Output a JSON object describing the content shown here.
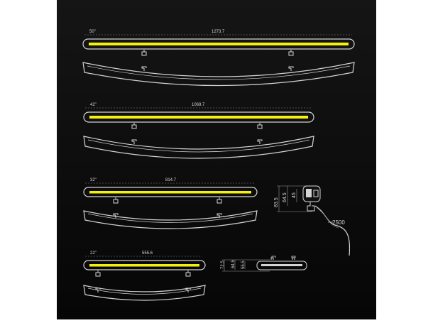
{
  "colors": {
    "page_bg": "#ffffff",
    "panel_bg_top": "#131313",
    "panel_bg_bottom": "#070707",
    "outline": "#d4d4d4",
    "led_strip": "#f4f20a",
    "dimension_text": "#d6d6d6"
  },
  "bars": [
    {
      "size_label": "50\"",
      "length_label": "1273.7"
    },
    {
      "size_label": "42\"",
      "length_label": "1069.7"
    },
    {
      "size_label": "32\"",
      "length_label": "814.7"
    },
    {
      "size_label": "22\"",
      "length_label": "555.6"
    }
  ],
  "bracket_detail": {
    "height_total": "83.5",
    "height_mid": "64.5",
    "height_inner": "45",
    "cable_length": "2500"
  },
  "profile_detail": {
    "height_outer": "72.5",
    "height_mid": "64.5",
    "height_inner": "55.5"
  }
}
